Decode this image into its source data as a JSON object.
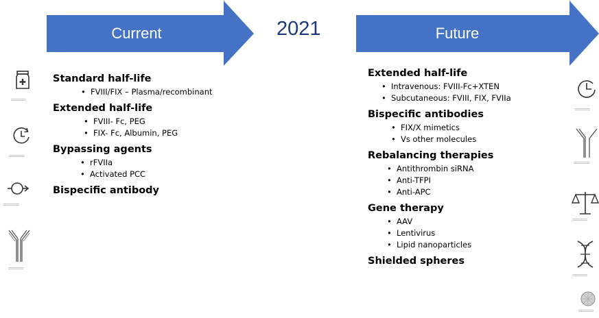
{
  "timeline": {
    "current_label": "Current",
    "year": "2021",
    "future_label": "Future"
  },
  "current": {
    "sections": [
      {
        "heading": "Standard half-life",
        "items": [
          "FVIII/FIX – Plasma/recombinant"
        ]
      },
      {
        "heading": "Extended half-life",
        "items": [
          "FVIII- Fc, PEG",
          "FIX- Fc, Albumin, PEG"
        ]
      },
      {
        "heading": "Bypassing agents",
        "items": [
          "rFVIIa",
          "Activated PCC"
        ]
      },
      {
        "heading": "Bispecific antibody",
        "items": []
      }
    ]
  },
  "future": {
    "sections": [
      {
        "heading": "Extended half-life",
        "items": [
          "Intravenous: FVIII-Fc+XTEN",
          "Subcutaneous: FVIII, FIX, FVIIa"
        ]
      },
      {
        "heading": "Bispecific antibodies",
        "items": [
          "FIX/X mimetics",
          "Vs other molecules"
        ]
      },
      {
        "heading": "Rebalancing therapies",
        "items": [
          "Antithrombin siRNA",
          "Anti-TFPI",
          "Anti-APC"
        ]
      },
      {
        "heading": "Gene therapy",
        "items": [
          "AAV",
          "Lentivirus",
          "Lipid nanoparticles"
        ]
      },
      {
        "heading": "Shielded spheres",
        "items": []
      }
    ]
  },
  "icons": {
    "left": [
      "medicine-bottle-icon",
      "clock-icon",
      "cycle-arrow-icon",
      "antibody-icon"
    ],
    "right": [
      "clock-icon",
      "antibody-icon",
      "balance-scale-icon",
      "dna-icon",
      "sphere-icon"
    ]
  },
  "colors": {
    "arrow_fill": "#4472c4",
    "arrow_text": "#ffffff",
    "year_text": "#1f3a7a"
  }
}
